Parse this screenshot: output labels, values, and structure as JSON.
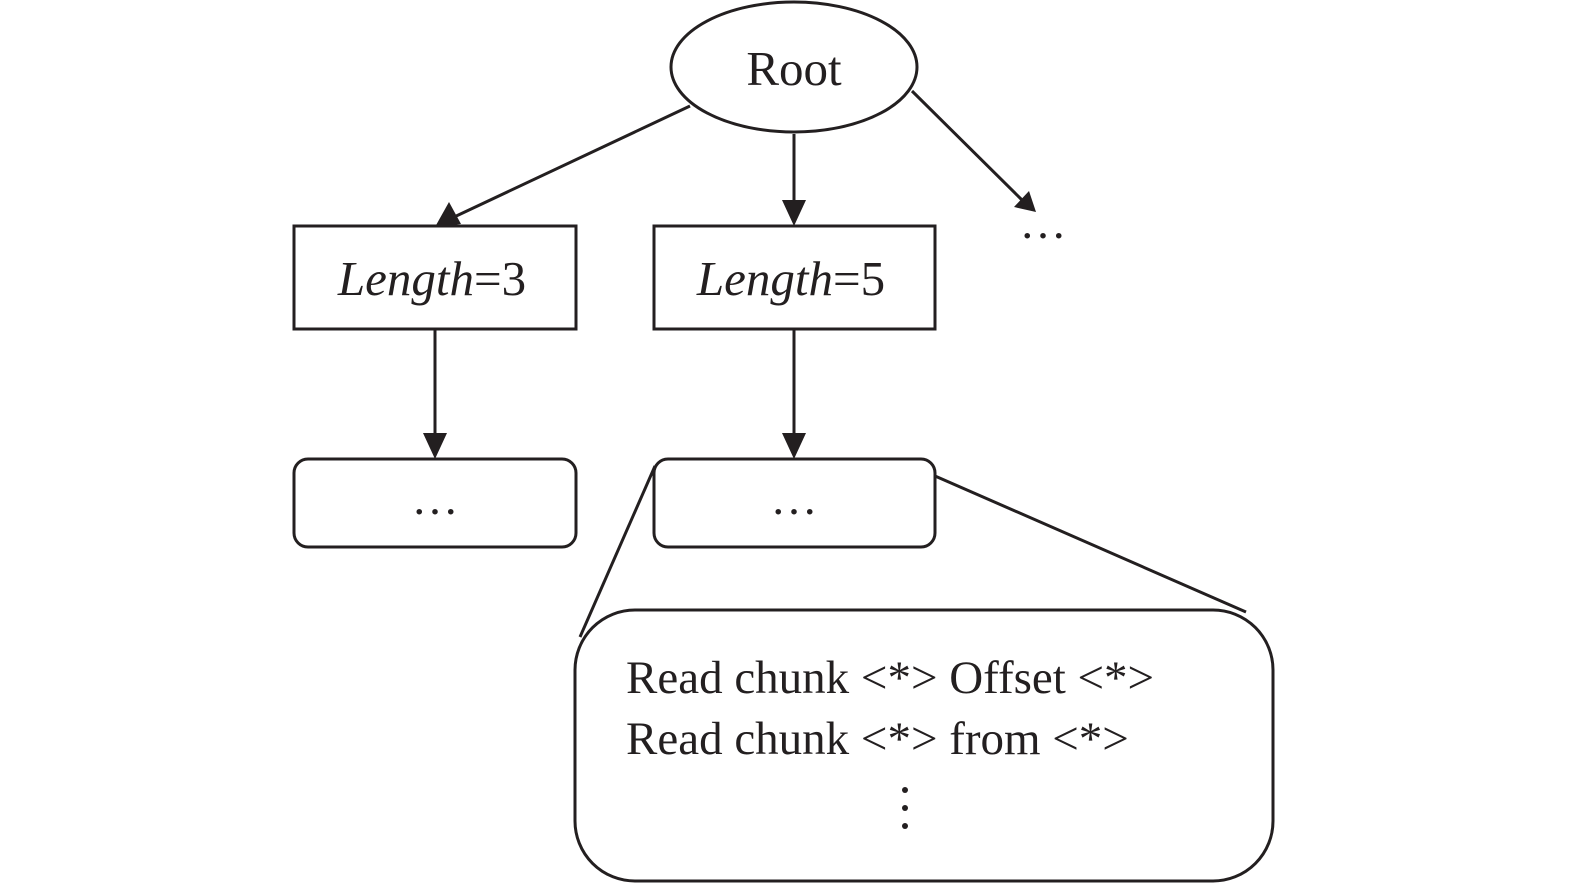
{
  "root": {
    "label": "Root"
  },
  "level1": [
    {
      "var": "Length",
      "op": "=",
      "value": "3"
    },
    {
      "var": "Length",
      "op": "=",
      "value": "5"
    }
  ],
  "more_siblings": "…",
  "level2": [
    {
      "label": "…"
    },
    {
      "label": "…"
    }
  ],
  "detail": {
    "lines": [
      "Read chunk <*> Offset <*>",
      "Read chunk <*> from <*>"
    ],
    "continuation": "⋮"
  },
  "colors": {
    "stroke": "#231f20",
    "background": "#ffffff"
  }
}
